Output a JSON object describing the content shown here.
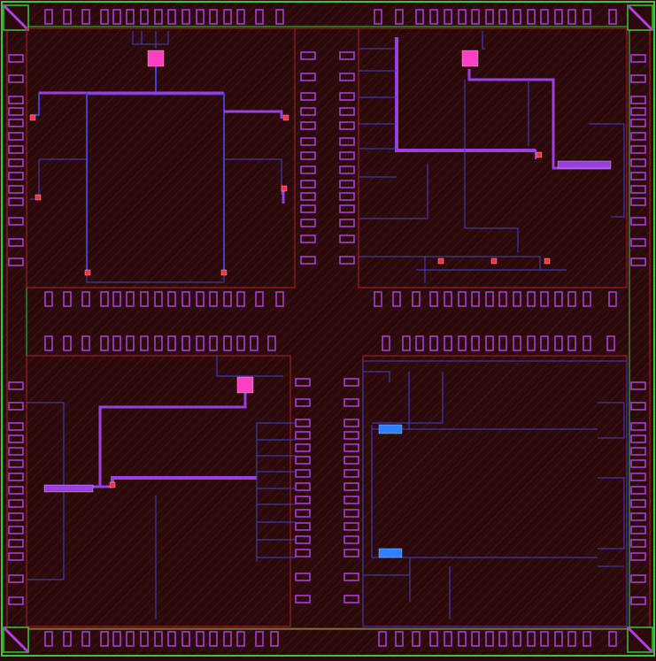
{
  "colors": {
    "background": "#2a0a0a",
    "hatch": "#5a1a1a",
    "boundary": "#33cc33",
    "region_outline": "#b0202a",
    "pad_outline": "#b040e0",
    "metal_wire": "#4040d0",
    "metal_wide": "#9a40e0",
    "via_pink": "#ff40c0",
    "via_red": "#ff3040",
    "cell_blue": "#3080ff",
    "corner_fill": "#2a0a0a",
    "corner_outline": "#b040e0"
  },
  "blocks": [
    {
      "id": "top-left-block",
      "label": ""
    },
    {
      "id": "top-right-block",
      "label": ""
    },
    {
      "id": "bottom-left-block",
      "label": ""
    },
    {
      "id": "bottom-right-block",
      "label": ""
    }
  ]
}
